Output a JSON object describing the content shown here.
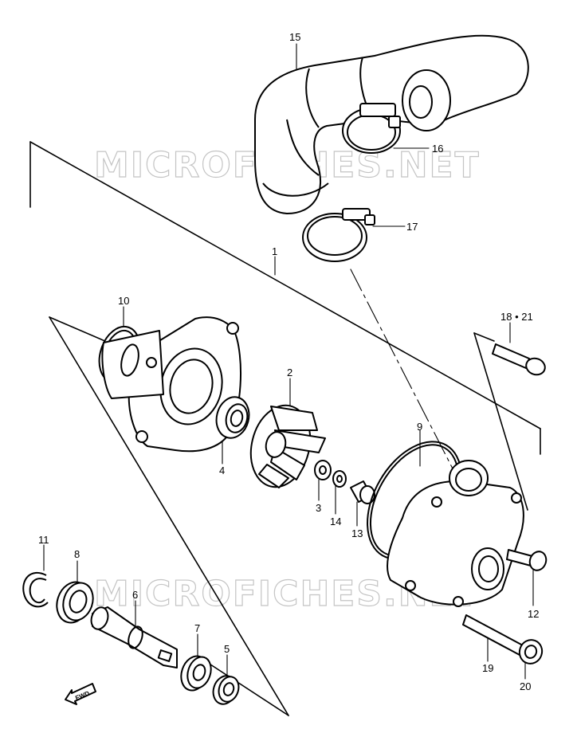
{
  "watermark": "MICROFICHES.NET",
  "fwd_label": "FWD",
  "callouts": {
    "p1": "1",
    "p2": "2",
    "p3": "3",
    "p4": "4",
    "p5": "5",
    "p6": "6",
    "p7": "7",
    "p8": "8",
    "p9": "9",
    "p10": "10",
    "p11": "11",
    "p12": "12",
    "p13": "13",
    "p14": "14",
    "p15": "15",
    "p16": "16",
    "p17": "17",
    "p18_21": "18 • 21",
    "p19": "19",
    "p20": "20"
  }
}
